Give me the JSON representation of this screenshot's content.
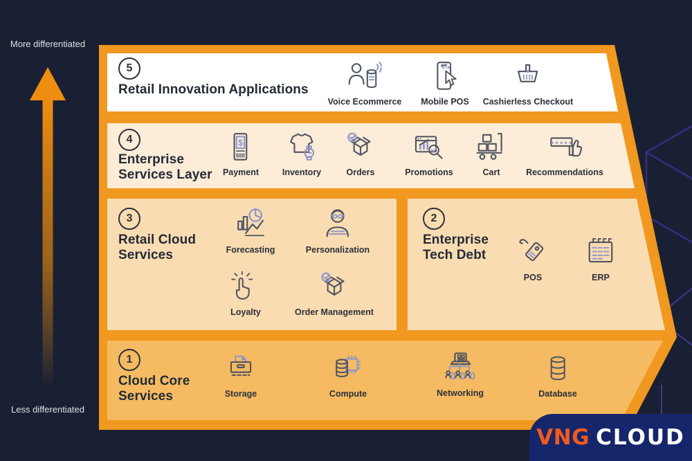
{
  "axis": {
    "top_label": "More differentiated",
    "bottom_label": "Less differentiated"
  },
  "layers": [
    {
      "num": "5",
      "title_lines": [
        "Retail Innovation Applications"
      ],
      "items": [
        {
          "icon": "voice-ecommerce",
          "label": "Voice Ecommerce"
        },
        {
          "icon": "mobile-pos",
          "label": "Mobile POS"
        },
        {
          "icon": "cashierless-checkout-basket",
          "label": "Cashierless Checkout"
        }
      ]
    },
    {
      "num": "4",
      "title_lines": [
        "Enterprise",
        "Services Layer"
      ],
      "items": [
        {
          "icon": "payment-terminal",
          "label": "Payment"
        },
        {
          "icon": "inventory-shirt-watch",
          "label": "Inventory"
        },
        {
          "icon": "order-box-check",
          "label": "Orders"
        },
        {
          "icon": "promotions-chart-magnifier",
          "label": "Promotions"
        },
        {
          "icon": "hand-truck",
          "label": "Cart"
        },
        {
          "icon": "star-rating-thumbs-up",
          "label": "Recommendations"
        }
      ]
    },
    {
      "num": "3",
      "title_lines": [
        "Retail Cloud",
        "Services"
      ],
      "items": [
        {
          "icon": "forecast-chart-pie",
          "label": "Forecasting"
        },
        {
          "icon": "person-glasses",
          "label": "Personalization"
        },
        {
          "icon": "tap-hand",
          "label": "Loyalty"
        },
        {
          "icon": "order-box-check",
          "label": "Order Management"
        }
      ]
    },
    {
      "num": "2",
      "title_lines": [
        "Enterprise",
        "Tech Debt"
      ],
      "items": [
        {
          "icon": "price-tag",
          "label": "POS"
        },
        {
          "icon": "calendar-sheet",
          "label": "ERP"
        }
      ]
    },
    {
      "num": "1",
      "title_lines": [
        "Cloud Core",
        "Services"
      ],
      "items": [
        {
          "icon": "storage-drawer",
          "label": "Storage"
        },
        {
          "icon": "compute-chip-db",
          "label": "Compute"
        },
        {
          "icon": "networking-laptop",
          "label": "Networking"
        },
        {
          "icon": "database-cylinder",
          "label": "Database"
        }
      ]
    }
  ],
  "logo": {
    "brand": "VNG",
    "suffix": "CLOUD"
  },
  "colors": {
    "background": "#1a2033",
    "frame_orange": "#f0981f",
    "layer5_bg": "#ffffff",
    "layer4_bg": "#fcecd8",
    "layer32_bg": "#fadcb2",
    "layer1_bg": "#f5ba62",
    "arrow_orange": "#ef8d10",
    "logo_panel": "#16266b",
    "logo_brand": "#f25a1f",
    "title_text": "#222b36",
    "icon_stroke": "#4f5561",
    "icon_accent": "#8d96c9",
    "decor_purple": "#3b2c85"
  }
}
